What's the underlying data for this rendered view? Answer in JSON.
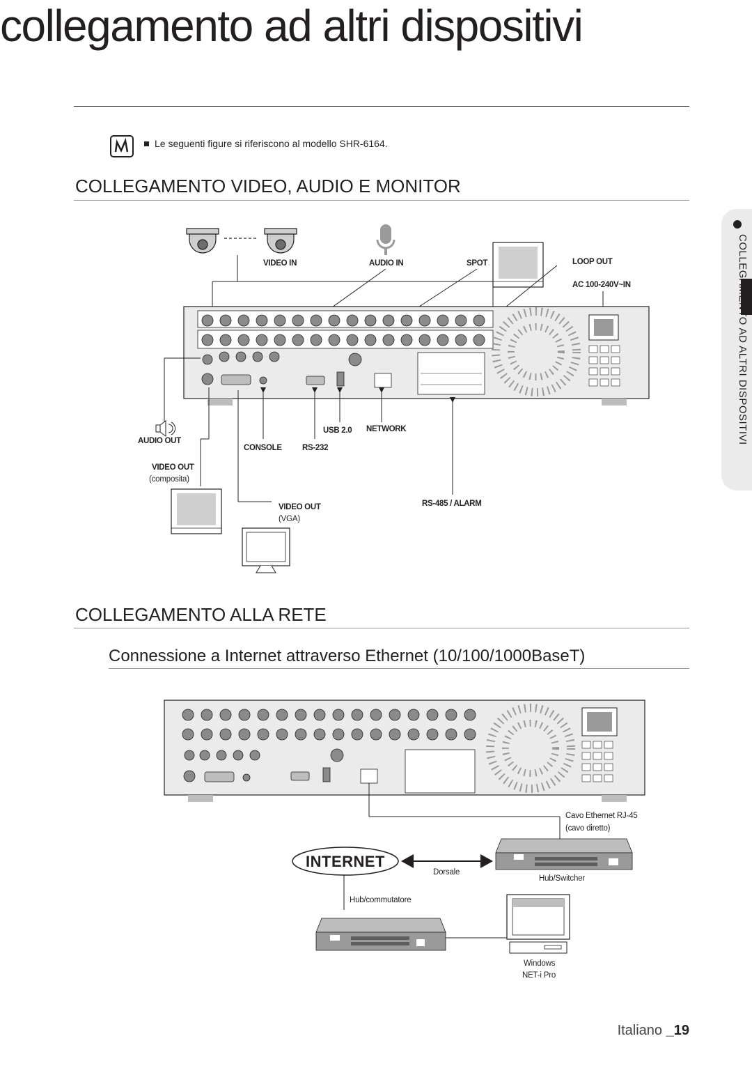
{
  "page": {
    "title": "collegamento ad altri dispositivi",
    "note": "Le seguenti figure si riferiscono al modello SHR-6164.",
    "side_tab": "COLLEGAMENTO AD ALTRI DISPOSITIVI",
    "footer_lang": "Italiano",
    "footer_page": "_19"
  },
  "section1": {
    "heading": "COLLEGAMENTO VIDEO, AUDIO E MONITOR",
    "labels": {
      "video_in": "VIDEO IN",
      "audio_in": "AUDIO IN",
      "spot": "SPOT",
      "loop_out": "LOOP OUT",
      "ac_in": "AC 100-240V~IN",
      "audio_out": "AUDIO OUT",
      "usb": "USB 2.0",
      "network": "NETWORK",
      "console": "CONSOLE",
      "rs232": "RS-232",
      "video_out_comp": "VIDEO OUT",
      "video_out_comp_sub": "(composita)",
      "video_out_vga": "VIDEO OUT",
      "video_out_vga_sub": "(VGA)",
      "rs485": "RS-485 / ALARM"
    }
  },
  "section2": {
    "heading": "COLLEGAMENTO ALLA RETE",
    "subheading": "Connessione a Internet attraverso Ethernet (10/100/1000BaseT)",
    "labels": {
      "cable": "Cavo Ethernet RJ-45",
      "cable_sub": "(cavo diretto)",
      "internet": "INTERNET",
      "dorsale": "Dorsale",
      "hub_switcher": "Hub/Switcher",
      "hub_commutatore": "Hub/commutatore",
      "windows": "Windows",
      "netipro": "NET-i Pro"
    }
  }
}
